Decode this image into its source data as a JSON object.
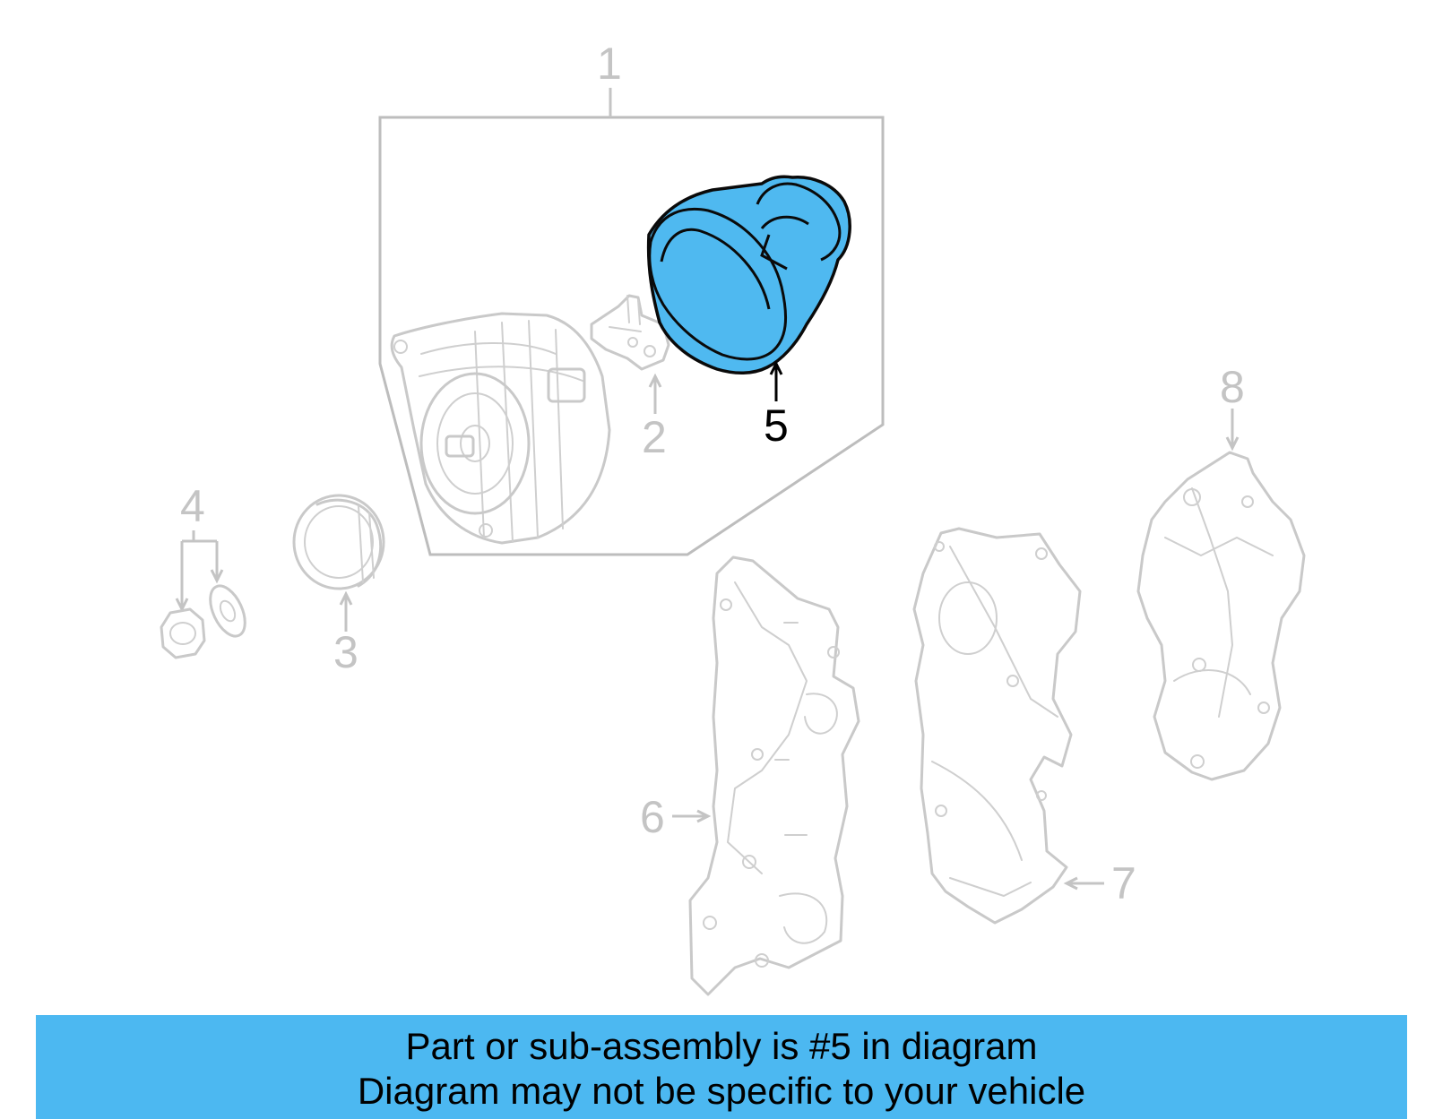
{
  "callouts": {
    "c1": "1",
    "c2": "2",
    "c3": "3",
    "c4": "4",
    "c5": "5",
    "c6": "6",
    "c7": "7",
    "c8": "8"
  },
  "highlight": {
    "part_number": "5",
    "color": "#4fb9f0"
  },
  "banner": {
    "line1": "Part or sub-assembly is #5 in diagram",
    "line2": "Diagram may not be specific to your vehicle",
    "background": "#4cb8f1"
  }
}
